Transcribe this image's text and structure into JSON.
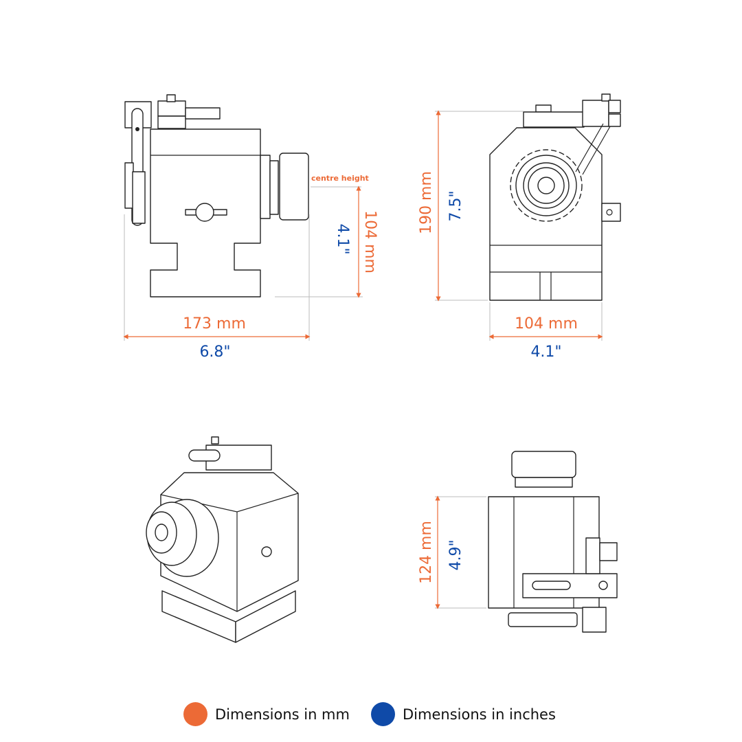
{
  "colors": {
    "mm": "#ec6a36",
    "inches": "#0f4aa8"
  },
  "side_view": {
    "width_mm": "173 mm",
    "width_in": "6.8\"",
    "centre_label": "centre height",
    "centre_mm": "104 mm",
    "centre_in": "4.1\""
  },
  "front_view": {
    "height_mm": "190 mm",
    "height_in": "7.5\"",
    "width_mm": "104 mm",
    "width_in": "4.1\""
  },
  "top_view": {
    "height_mm": "124 mm",
    "height_in": "4.9\""
  },
  "legend": {
    "mm_label": "Dimensions in mm",
    "inches_label": "Dimensions in inches"
  }
}
